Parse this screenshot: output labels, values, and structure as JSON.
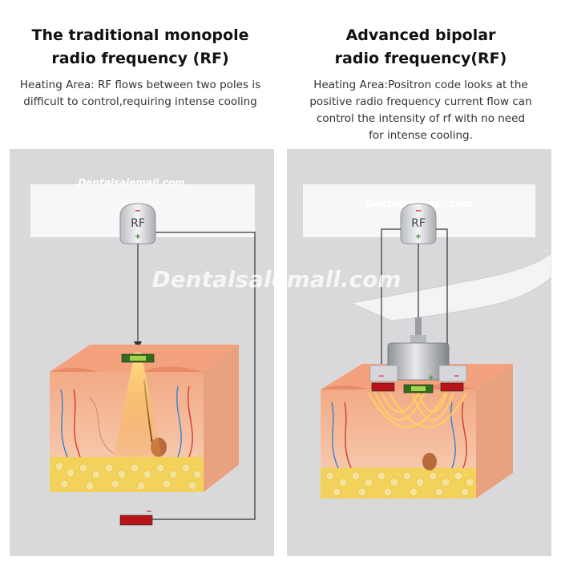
{
  "monopole": {
    "title_line1": "The traditional monopole",
    "title_line2": "radio frequency (RF)",
    "desc_line1": "Heating Area:  RF flows between two poles is",
    "desc_line2": "difficult to control,requiring intense cooling",
    "probe_label": "RF",
    "minus_sign": "−",
    "plus_sign": "+",
    "watermark": "Dentalsalemall.com"
  },
  "bipolar": {
    "title_line1": "Advanced bipolar",
    "title_line2": "radio frequency(RF)",
    "desc_line1": "Heating Area:Positron code looks at the",
    "desc_line2": "positive radio frequency current flow can",
    "desc_line3": "control the intensity of rf with no need",
    "desc_line4": "for intense cooling.",
    "probe_label": "RF",
    "minus_sign": "−",
    "plus_sign": "+",
    "watermark": "Dentalsalemall.com"
  },
  "center_watermark": "Dentalsalemall.com",
  "colors": {
    "skin_top": "#f4a27e",
    "skin_side": "#f0b493",
    "fat": "#f2d25a",
    "negative_pad": "#b8141c",
    "positive_pad": "#2f6d1f",
    "wire": "#333333"
  }
}
